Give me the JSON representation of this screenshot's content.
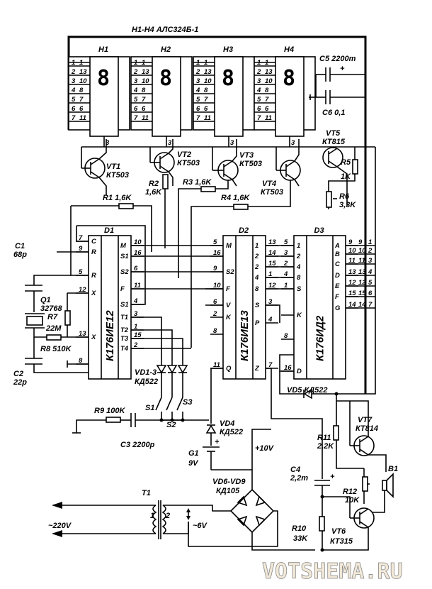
{
  "title": "H1-H4 АЛС324Б-1",
  "watermark": "VOTSHEMA.RU",
  "displays": [
    {
      "name": "H1",
      "digit": "8",
      "pins": [
        [
          "1",
          "1"
        ],
        [
          "2",
          "13"
        ],
        [
          "3",
          "10"
        ],
        [
          "4",
          "8"
        ],
        [
          "5",
          "7"
        ],
        [
          "6",
          "6"
        ],
        [
          "7",
          "11"
        ]
      ],
      "common_pin": "3"
    },
    {
      "name": "H2",
      "digit": "8",
      "pins": [
        [
          "1",
          "1"
        ],
        [
          "2",
          "13"
        ],
        [
          "3",
          "10"
        ],
        [
          "4",
          "8"
        ],
        [
          "5",
          "7"
        ],
        [
          "6",
          "6"
        ],
        [
          "7",
          "11"
        ]
      ],
      "common_pin": "3"
    },
    {
      "name": "H3",
      "digit": "8",
      "pins": [
        [
          "1",
          "1"
        ],
        [
          "2",
          "13"
        ],
        [
          "3",
          "10"
        ],
        [
          "4",
          "8"
        ],
        [
          "5",
          "7"
        ],
        [
          "6",
          "6"
        ],
        [
          "7",
          "11"
        ]
      ],
      "common_pin": "3"
    },
    {
      "name": "H4",
      "digit": "8",
      "pins": [
        [
          "1",
          "1"
        ],
        [
          "2",
          "13"
        ],
        [
          "3",
          "10"
        ],
        [
          "4",
          "8"
        ],
        [
          "5",
          "7"
        ],
        [
          "6",
          "6"
        ],
        [
          "7",
          "11"
        ]
      ],
      "common_pin": "3"
    }
  ],
  "transistors": {
    "vt1": {
      "name": "VT1",
      "type": "КТ503"
    },
    "vt2": {
      "name": "VT2",
      "type": "КТ503"
    },
    "vt3": {
      "name": "VT3",
      "type": "КТ503"
    },
    "vt4": {
      "name": "VT4",
      "type": "КТ503"
    },
    "vt5": {
      "name": "VT5",
      "type": "КТ815"
    },
    "vt6": {
      "name": "VT6",
      "type": "КТ315"
    },
    "vt7": {
      "name": "VT7",
      "type": "КТ814"
    }
  },
  "resistors": {
    "r1": {
      "name": "R1",
      "value": "1,6K"
    },
    "r2": {
      "name": "R2",
      "value": "1,6K"
    },
    "r3": {
      "name": "R3",
      "value": "1,6K"
    },
    "r4": {
      "name": "R4",
      "value": "1,6K"
    },
    "r5": {
      "name": "R5",
      "value": "1K"
    },
    "r6": {
      "name": "R6",
      "value": "3,3K"
    },
    "r7": {
      "name": "R7",
      "value": "22M"
    },
    "r8": {
      "name": "R8",
      "value": "510K"
    },
    "r9": {
      "name": "R9",
      "value": "100K"
    },
    "r10": {
      "name": "R10",
      "value": "33K"
    },
    "r11": {
      "name": "R11",
      "value": "2,2K"
    },
    "r12": {
      "name": "R12",
      "value": "10K"
    }
  },
  "capacitors": {
    "c1": {
      "name": "C1",
      "value": "68p"
    },
    "c2": {
      "name": "C2",
      "value": "22p"
    },
    "c3": {
      "name": "C3",
      "value": "2200p"
    },
    "c4": {
      "name": "C4",
      "value": "2,2m"
    },
    "c5": {
      "name": "C5",
      "value": "2200m"
    },
    "c6": {
      "name": "C6",
      "value": "0,1"
    }
  },
  "crystal": {
    "name": "Q1",
    "value": "32768"
  },
  "chips": {
    "d1": {
      "name": "D1",
      "type": "К176ИЕ12",
      "left_pins": [
        [
          "7",
          "C"
        ],
        [
          "9",
          "R"
        ],
        [
          "5",
          "R"
        ],
        [
          "12",
          "X"
        ],
        [
          "13",
          "X"
        ],
        [
          "8",
          ""
        ]
      ],
      "right_pins": [
        [
          "10",
          "M"
        ],
        [
          "16",
          "S1"
        ],
        [
          "6",
          "S2"
        ],
        [
          "11",
          "F"
        ],
        [
          "4",
          "S1"
        ],
        [
          "3",
          "T1"
        ],
        [
          "1",
          "T2"
        ],
        [
          "15",
          "T3"
        ],
        [
          "2",
          "T4"
        ]
      ]
    },
    "d2": {
      "name": "D2",
      "type": "К176ИЕ13",
      "left_pins": [
        [
          "5",
          "M"
        ],
        [
          "16",
          ""
        ],
        [
          "9",
          "S2"
        ],
        [
          "10",
          "F"
        ],
        [
          "6",
          "V"
        ],
        [
          "2",
          "K"
        ],
        [
          "8",
          ""
        ],
        [
          "11",
          "Q"
        ]
      ],
      "right_pins": [
        [
          "13",
          "1"
        ],
        [
          "14",
          "2"
        ],
        [
          "15",
          "2"
        ],
        [
          "1",
          "4"
        ],
        [
          "12",
          "8"
        ],
        [
          "3",
          "S"
        ],
        [
          "4",
          "P"
        ],
        [
          "7",
          "Z"
        ]
      ]
    },
    "d3": {
      "name": "D3",
      "type": "К176ИД2",
      "left_pins": [
        [
          "5",
          "1"
        ],
        [
          "3",
          "2"
        ],
        [
          "2",
          "4"
        ],
        [
          "4",
          "8"
        ],
        [
          "1",
          "S"
        ],
        [
          "",
          "K"
        ],
        [
          "8",
          ""
        ],
        [
          "16",
          "D"
        ]
      ],
      "right_pins": [
        [
          "9",
          "A"
        ],
        [
          "10",
          "B"
        ],
        [
          "11",
          "C"
        ],
        [
          "13",
          "D"
        ],
        [
          "12",
          "E"
        ],
        [
          "15",
          "F"
        ],
        [
          "14",
          "G"
        ]
      ],
      "out_pins": [
        [
          "9",
          "1"
        ],
        [
          "10",
          "2"
        ],
        [
          "11",
          "3"
        ],
        [
          "13",
          "4"
        ],
        [
          "12",
          "5"
        ],
        [
          "15",
          "6"
        ],
        [
          "14",
          "7"
        ]
      ]
    }
  },
  "diodes": {
    "vd13": {
      "name": "VD1-3",
      "type": "КД522"
    },
    "vd4": {
      "name": "VD4",
      "type": "КД522"
    },
    "vd5": {
      "name": "VD5",
      "type": "КД522"
    },
    "vd69": {
      "name": "VD6-VD9",
      "type": "КД105"
    }
  },
  "switches": [
    "S1",
    "S2",
    "S3"
  ],
  "battery": {
    "name": "G1",
    "value": "9V"
  },
  "transformer": {
    "name": "T1",
    "primary_pin": "1",
    "secondary_pin": "2"
  },
  "speaker": {
    "name": "B1"
  },
  "labels": {
    "mains": "~220V",
    "secondary": "~6V",
    "rail": "+10V"
  }
}
